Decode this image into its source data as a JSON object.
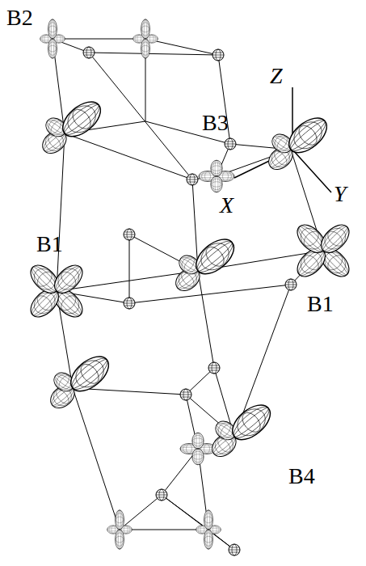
{
  "diagram": {
    "labels": [
      "B2",
      "B3",
      "Z",
      "X",
      "Y",
      "B1",
      "B1",
      "B4"
    ]
  }
}
